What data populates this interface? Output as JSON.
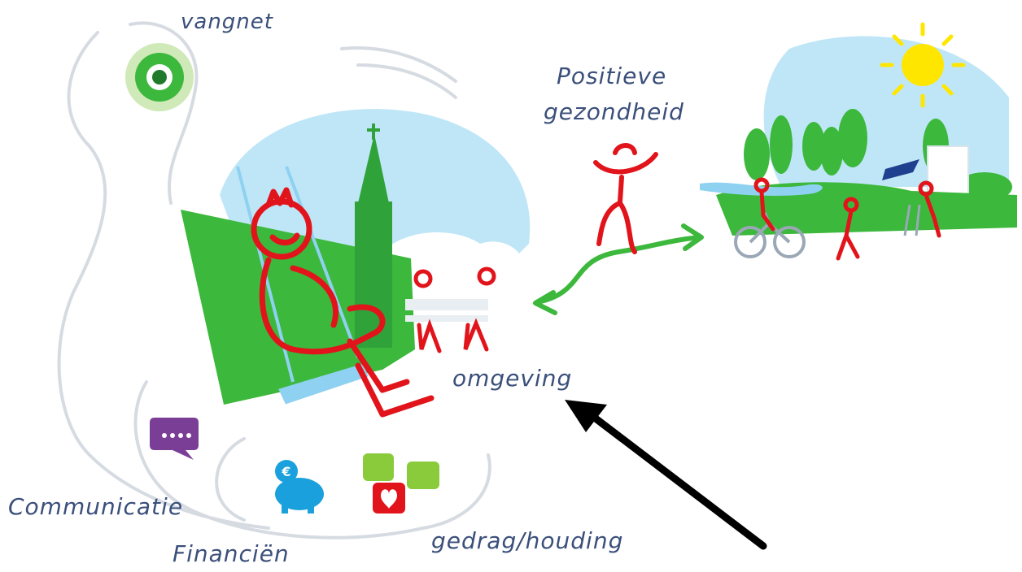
{
  "labels": {
    "vangnet": "vangnet",
    "positieve": "Positieve",
    "gezondheid": "gezondheid",
    "omgeving": "omgeving",
    "communicatie": "Communicatie",
    "financien": "Financiën",
    "gedrag": "gedrag/houding"
  },
  "icons": {
    "chat": "speech-bubble-icon",
    "piggy_bank": "piggy-bank-icon",
    "emotions": "emotion-faces-icon",
    "sun": "sun-icon",
    "eye": "safety-net-eye-icon"
  },
  "colors": {
    "green": "#3cb83c",
    "red": "#e2141b",
    "sky": "#bfe6f7",
    "purple": "#7b3e96",
    "blue": "#1aa0dc",
    "text": "#3a4f7a",
    "arrow": "#000000"
  }
}
